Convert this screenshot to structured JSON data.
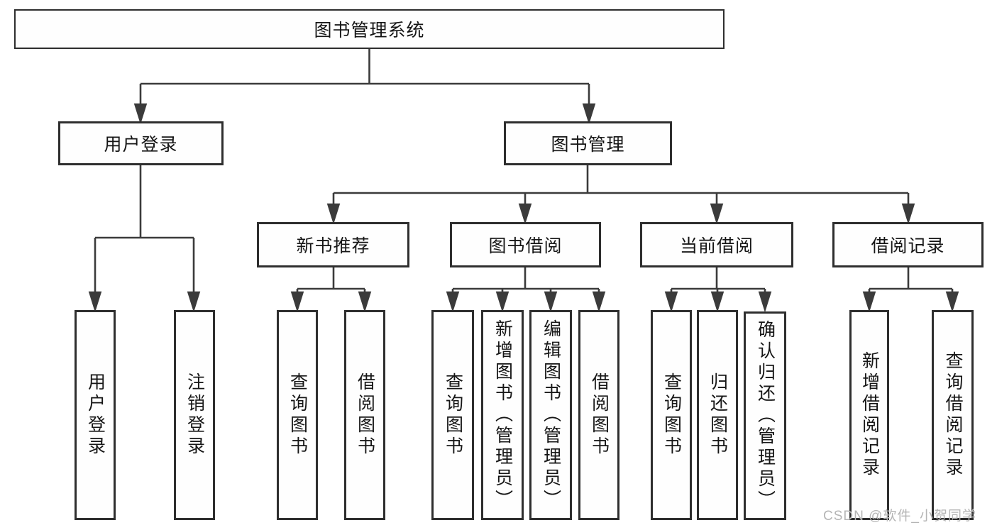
{
  "diagram": {
    "tree": {
      "label": "图书管理系统",
      "children": [
        {
          "label": "用户登录",
          "children": [
            {
              "label": "用户登录"
            },
            {
              "label": "注销登录"
            }
          ]
        },
        {
          "label": "图书管理",
          "children": [
            {
              "label": "新书推荐",
              "children": [
                {
                  "label": "查询图书"
                },
                {
                  "label": "借阅图书"
                }
              ]
            },
            {
              "label": "图书借阅",
              "children": [
                {
                  "label": "查询图书"
                },
                {
                  "label": "新增图书（管理员）"
                },
                {
                  "label": "编辑图书（管理员）"
                },
                {
                  "label": "借阅图书"
                }
              ]
            },
            {
              "label": "当前借阅",
              "children": [
                {
                  "label": "查询图书"
                },
                {
                  "label": "归还图书"
                },
                {
                  "label": "确认归还（管理员）"
                }
              ]
            },
            {
              "label": "借阅记录",
              "children": [
                {
                  "label": "新增借阅记录"
                },
                {
                  "label": "查询借阅记录"
                }
              ]
            }
          ]
        }
      ]
    },
    "colors": {
      "line": "#3b3b3b",
      "box_border": "#2e2e2e",
      "box_fill": "#ffffff",
      "text": "#161616",
      "watermark": "#b5b5b5",
      "background": "#ffffff"
    }
  },
  "watermark": {
    "text": "CSDN @软件_小贺同学"
  }
}
